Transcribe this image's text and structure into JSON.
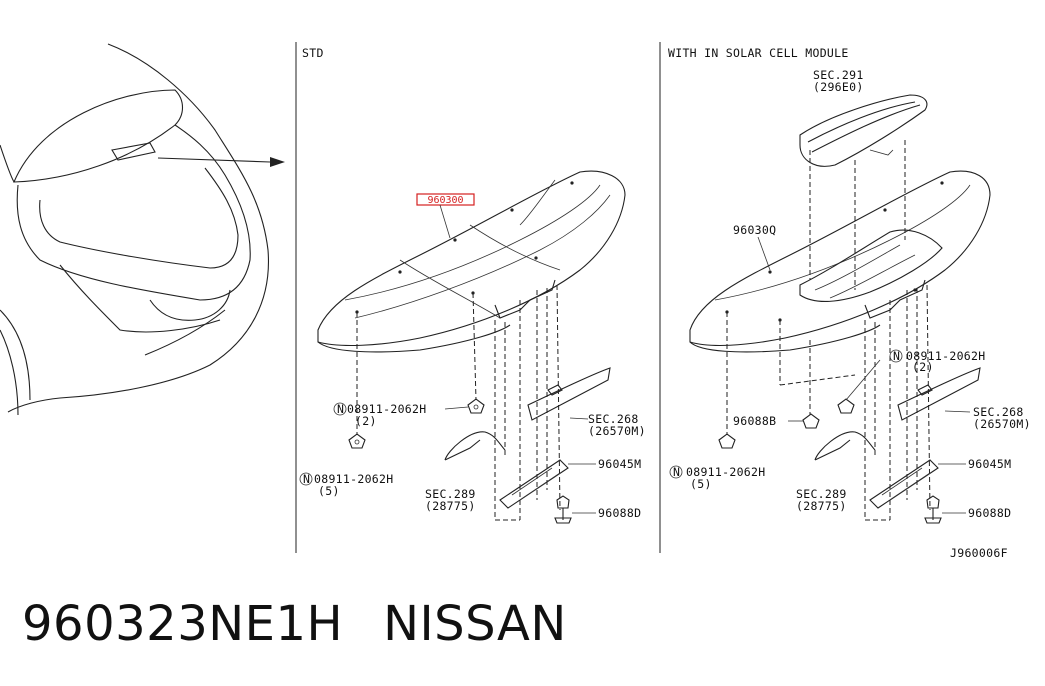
{
  "sections": {
    "std": "STD",
    "solar": "WITH IN SOLAR CELL MODULE"
  },
  "std_labels": {
    "part_highlighted": "960300",
    "nut_top": "08911-2062H",
    "nut_top_qty": "(2)",
    "nut_bottom": "08911-2062H",
    "nut_bottom_qty": "(5)",
    "sec268": "SEC.268",
    "sec268_ref": "(26570M)",
    "p96045m": "96045M",
    "sec289": "SEC.289",
    "sec289_ref": "(28775)",
    "p96088d": "96088D"
  },
  "solar_labels": {
    "sec291": "SEC.291",
    "sec291_ref": "(296E0)",
    "p96030q": "96030Q",
    "nut_top": "08911-2062H",
    "nut_top_qty": "(2)",
    "p96088b": "96088B",
    "sec268": "SEC.268",
    "sec268_ref": "(26570M)",
    "p96045m": "96045M",
    "nut_bottom": "08911-2062H",
    "nut_bottom_qty": "(5)",
    "sec289": "SEC.289",
    "sec289_ref": "(28775)",
    "p96088d": "96088D"
  },
  "diagram_code": "J960006F",
  "footer": {
    "part_number": "960323NE1H",
    "brand": "NISSAN"
  },
  "colors": {
    "highlight": "#d42020",
    "line": "#222222"
  }
}
